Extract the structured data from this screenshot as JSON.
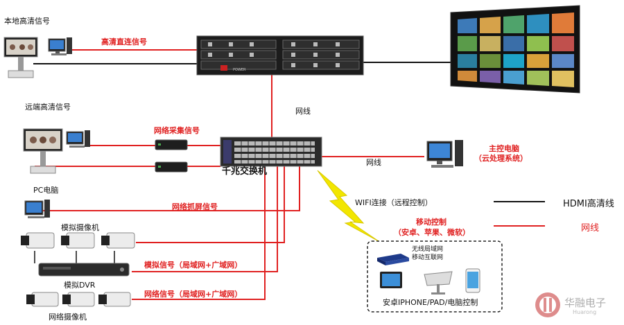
{
  "labels": {
    "local_hd": "本地高清信号",
    "hd_direct": "高清直连信号",
    "remote_hd": "远端高清信号",
    "net_capture": "网络采集信号",
    "gigabit_switch": "千兆交换机",
    "network_cable_top": "网线",
    "network_cable_mid": "网线",
    "main_pc_line1": "主控电脑",
    "main_pc_line2": "（云处理系统）",
    "pc": "PC电脑",
    "net_screen_capture": "网络抓屏信号",
    "wifi": "WIFI连接（远程控制）",
    "mobile_ctrl_line1": "移动控制",
    "mobile_ctrl_line2": "（安卓、苹果、微软）",
    "analog_camera": "模拟摄像机",
    "analog_signal": "模拟信号（局域网+广域网）",
    "analog_dvr": "模拟DVR",
    "net_signal": "网络信号（局域网+广域网）",
    "net_camera": "网络摄像机",
    "wireless_lan": "无线局域网",
    "mobile_internet": "移动互联网",
    "devices": "安卓IPHONE/PAD/电脑控制",
    "device_panel_label": "POWER"
  },
  "legend": {
    "hdmi": "HDMI高清线",
    "network": "网线"
  },
  "watermark": {
    "cn": "华融电子",
    "en": "Huarong"
  },
  "colors": {
    "network_line": "#e02020",
    "hdmi_line": "#111111",
    "wifi_bolt": "#f2e600",
    "rack": "#1c1c1c"
  }
}
